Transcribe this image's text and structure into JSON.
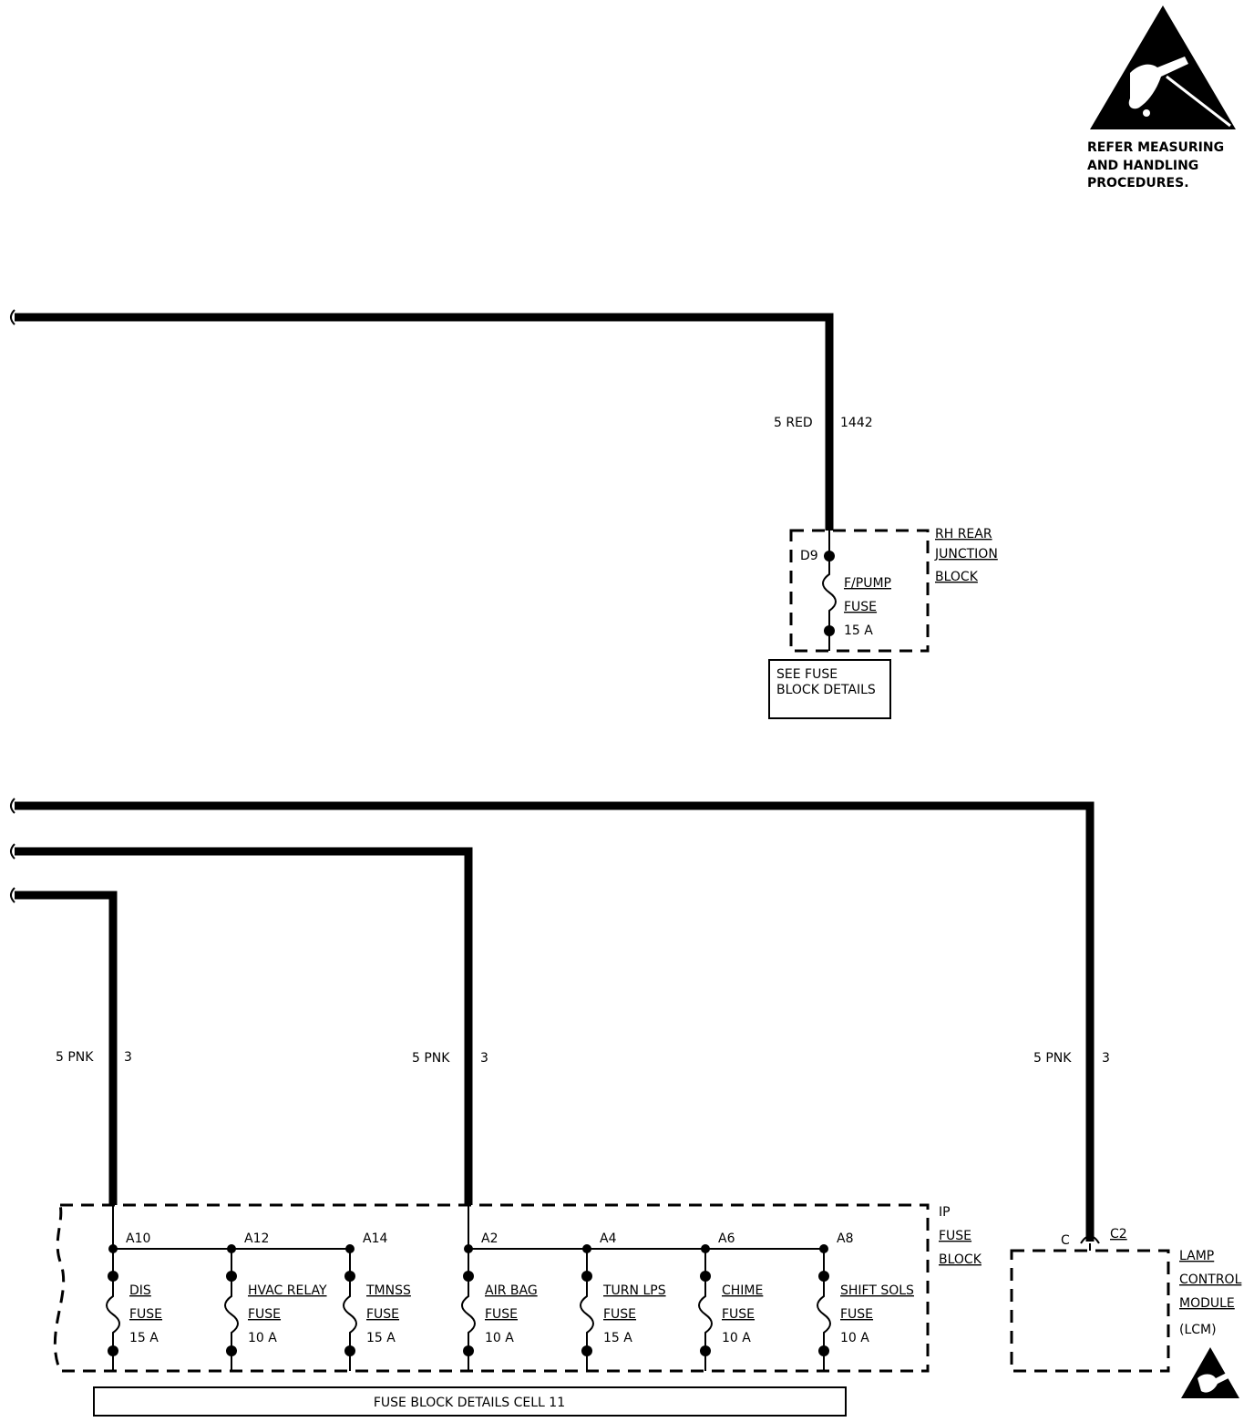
{
  "esd_notice": {
    "lines": [
      "REFER MEASURING",
      "AND HANDLING",
      "PROCEDURES."
    ]
  },
  "rear_circuit": {
    "wire_gauge_color": "5 RED",
    "circuit_number": "1442",
    "cavity": "D9",
    "fuse": {
      "name": "F/PUMP",
      "word": "FUSE",
      "rating": "15 A"
    },
    "block_name": [
      "RH REAR",
      "JUNCTION",
      "BLOCK"
    ],
    "reference_box": [
      "SEE FUSE",
      "BLOCK DETAILS"
    ]
  },
  "ip_circuits": {
    "wires": [
      {
        "gauge_color": "5 PNK",
        "circuit_number": "3"
      },
      {
        "gauge_color": "5 PNK",
        "circuit_number": "3"
      },
      {
        "gauge_color": "5 PNK",
        "circuit_number": "3"
      }
    ],
    "block_name": [
      "IP",
      "FUSE",
      "BLOCK"
    ],
    "fuses": [
      {
        "cavity": "A10",
        "name": "DIS",
        "word": "FUSE",
        "rating": "15 A"
      },
      {
        "cavity": "A12",
        "name": "HVAC RELAY",
        "word": "FUSE",
        "rating": "10 A"
      },
      {
        "cavity": "A14",
        "name": "TMNSS",
        "word": "FUSE",
        "rating": "15 A"
      },
      {
        "cavity": "A2",
        "name": "AIR BAG",
        "word": "FUSE",
        "rating": "10 A"
      },
      {
        "cavity": "A4",
        "name": "TURN LPS",
        "word": "FUSE",
        "rating": "15 A"
      },
      {
        "cavity": "A6",
        "name": "CHIME",
        "word": "FUSE",
        "rating": "10 A"
      },
      {
        "cavity": "A8",
        "name": "SHIFT SOLS",
        "word": "FUSE",
        "rating": "10 A"
      }
    ],
    "details_banner": "FUSE BLOCK DETAILS CELL 11"
  },
  "lcm": {
    "terminal": "C",
    "connector": "C2",
    "name": [
      "LAMP",
      "CONTROL",
      "MODULE",
      "(LCM)"
    ]
  },
  "colors": {
    "ink": "#000000",
    "paper": "#ffffff"
  }
}
